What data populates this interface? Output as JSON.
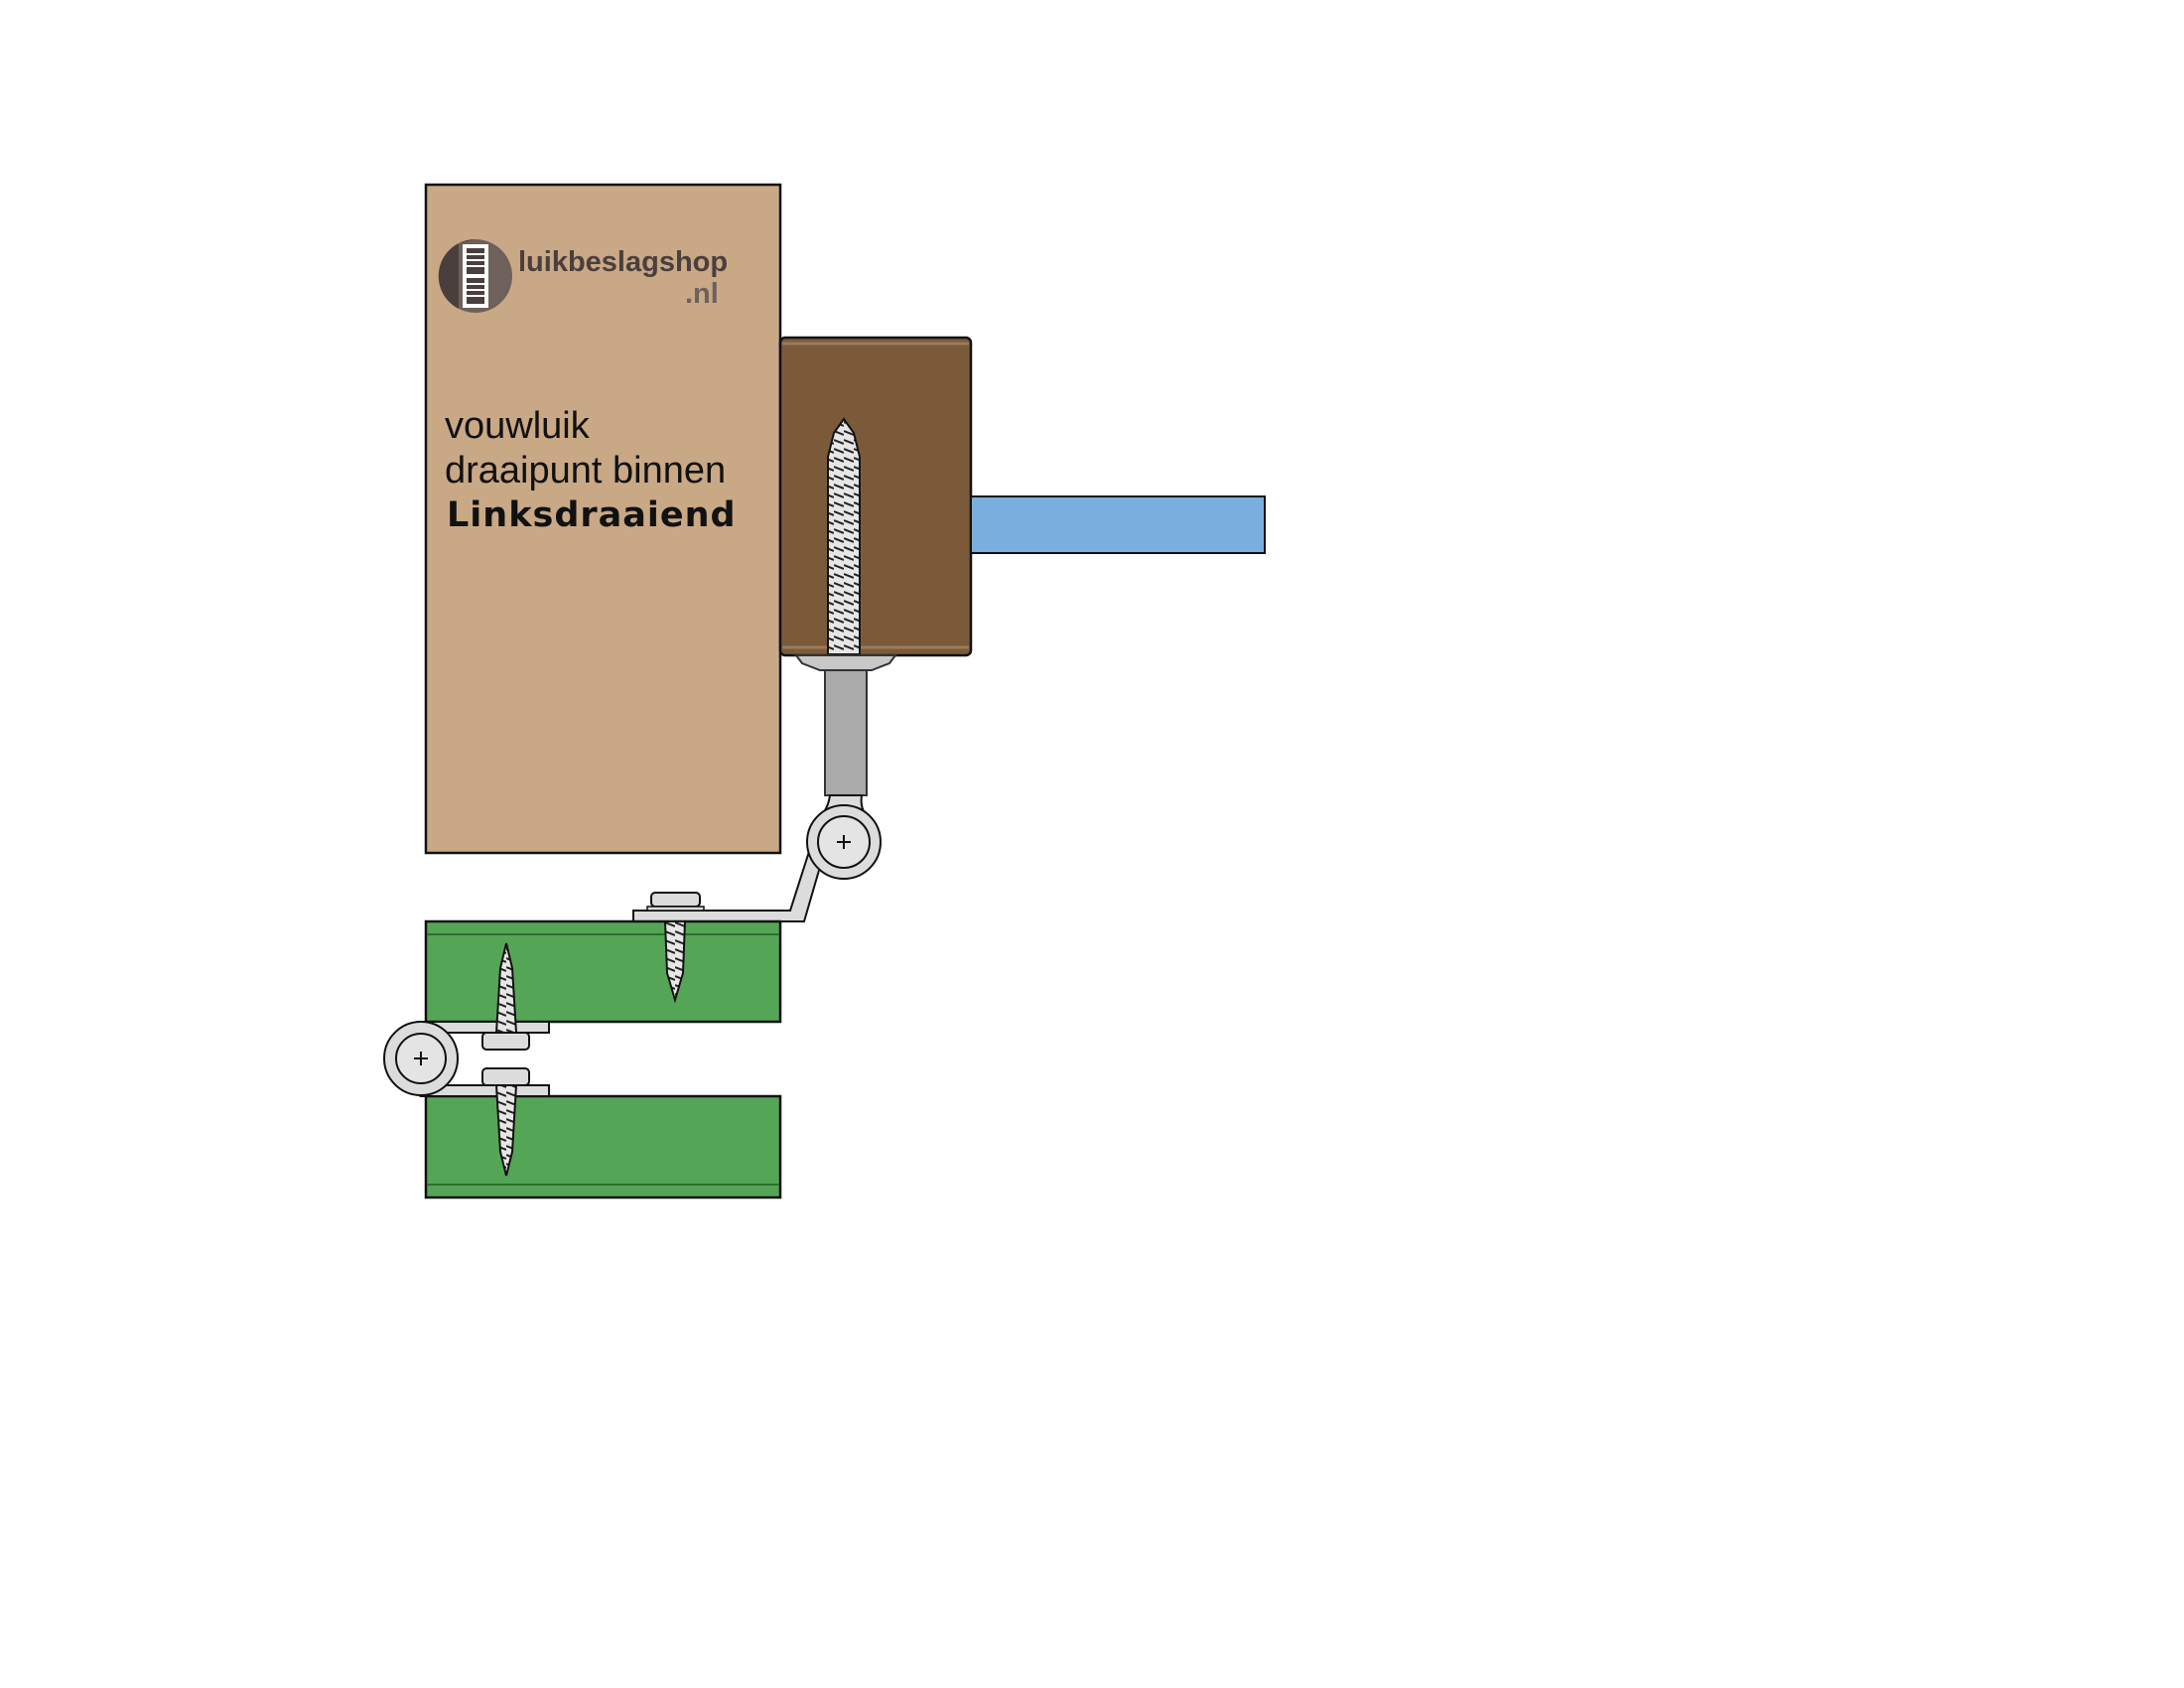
{
  "logo": {
    "name": "luikbeslagshop",
    "tld": ".nl"
  },
  "labels": {
    "line1": "vouwluik",
    "line2": "draaipunt binnen",
    "line3": "Linksdraaiend"
  },
  "colors": {
    "frame_tan": "#c9a886",
    "post_brown": "#7b5a3a",
    "window_blue": "#7aaede",
    "shutter_green": "#54a656",
    "metal": "#dcdcdc",
    "rod": "#aaaaaa"
  }
}
